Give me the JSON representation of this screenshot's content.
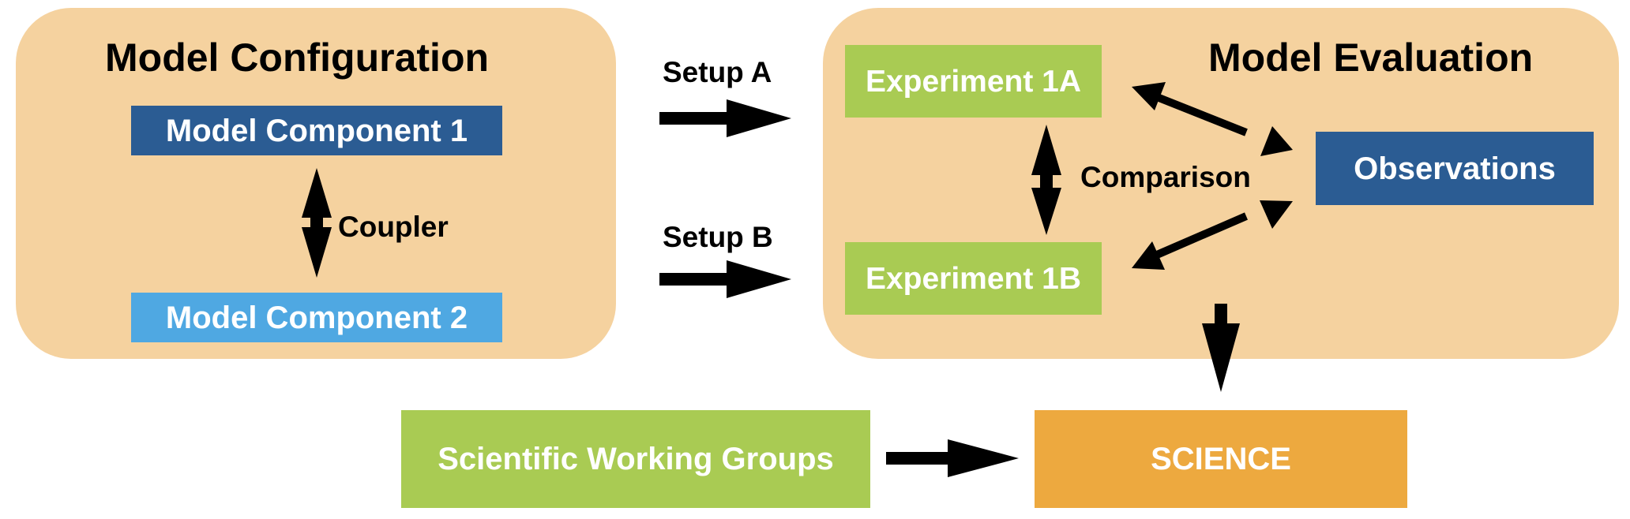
{
  "colors": {
    "panel": "#f5d29f",
    "dark_blue": "#2b5c93",
    "light_blue": "#4fa8e2",
    "green": "#a9cb53",
    "orange": "#eda93f",
    "arrow": "#000000"
  },
  "configuration": {
    "title": "Model Configuration",
    "component1": "Model Component 1",
    "component2": "Model Component 2",
    "coupler_label": "Coupler"
  },
  "setups": {
    "a": "Setup A",
    "b": "Setup B"
  },
  "evaluation": {
    "title": "Model Evaluation",
    "experiment_a": "Experiment 1A",
    "experiment_b": "Experiment 1B",
    "comparison_label": "Comparison",
    "observations": "Observations"
  },
  "bottom": {
    "working_groups": "Scientific Working Groups",
    "science": "SCIENCE"
  }
}
